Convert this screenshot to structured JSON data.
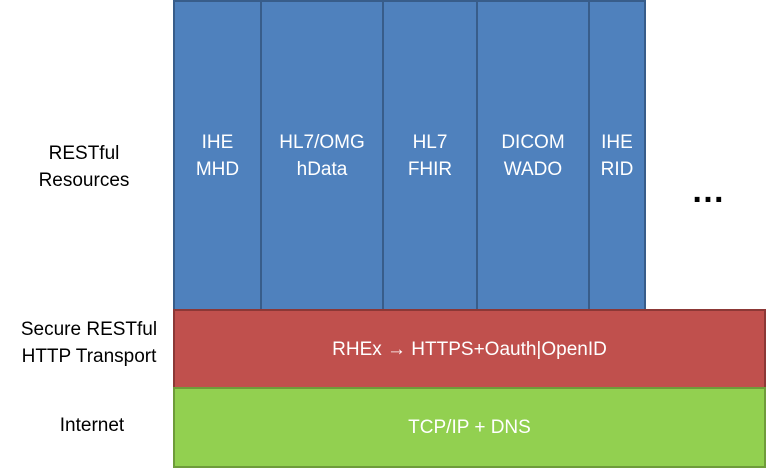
{
  "labels": {
    "resources": "RESTful\nResources",
    "transport": "Secure RESTful\nHTTP Transport",
    "internet": "Internet"
  },
  "resources": [
    {
      "label": "IHE\nMHD"
    },
    {
      "label": "HL7/OMG\nhData"
    },
    {
      "label": "HL7\nFHIR"
    },
    {
      "label": "DICOM\nWADO"
    },
    {
      "label": "IHE\nRID"
    }
  ],
  "more": "…",
  "transport": {
    "label": "RHEx → HTTPS+Oauth|OpenID"
  },
  "internet": {
    "label": "TCP/IP + DNS"
  },
  "colors": {
    "resource_fill": "#4f81bd",
    "transport_fill": "#c0504d",
    "internet_fill": "#92d050"
  }
}
